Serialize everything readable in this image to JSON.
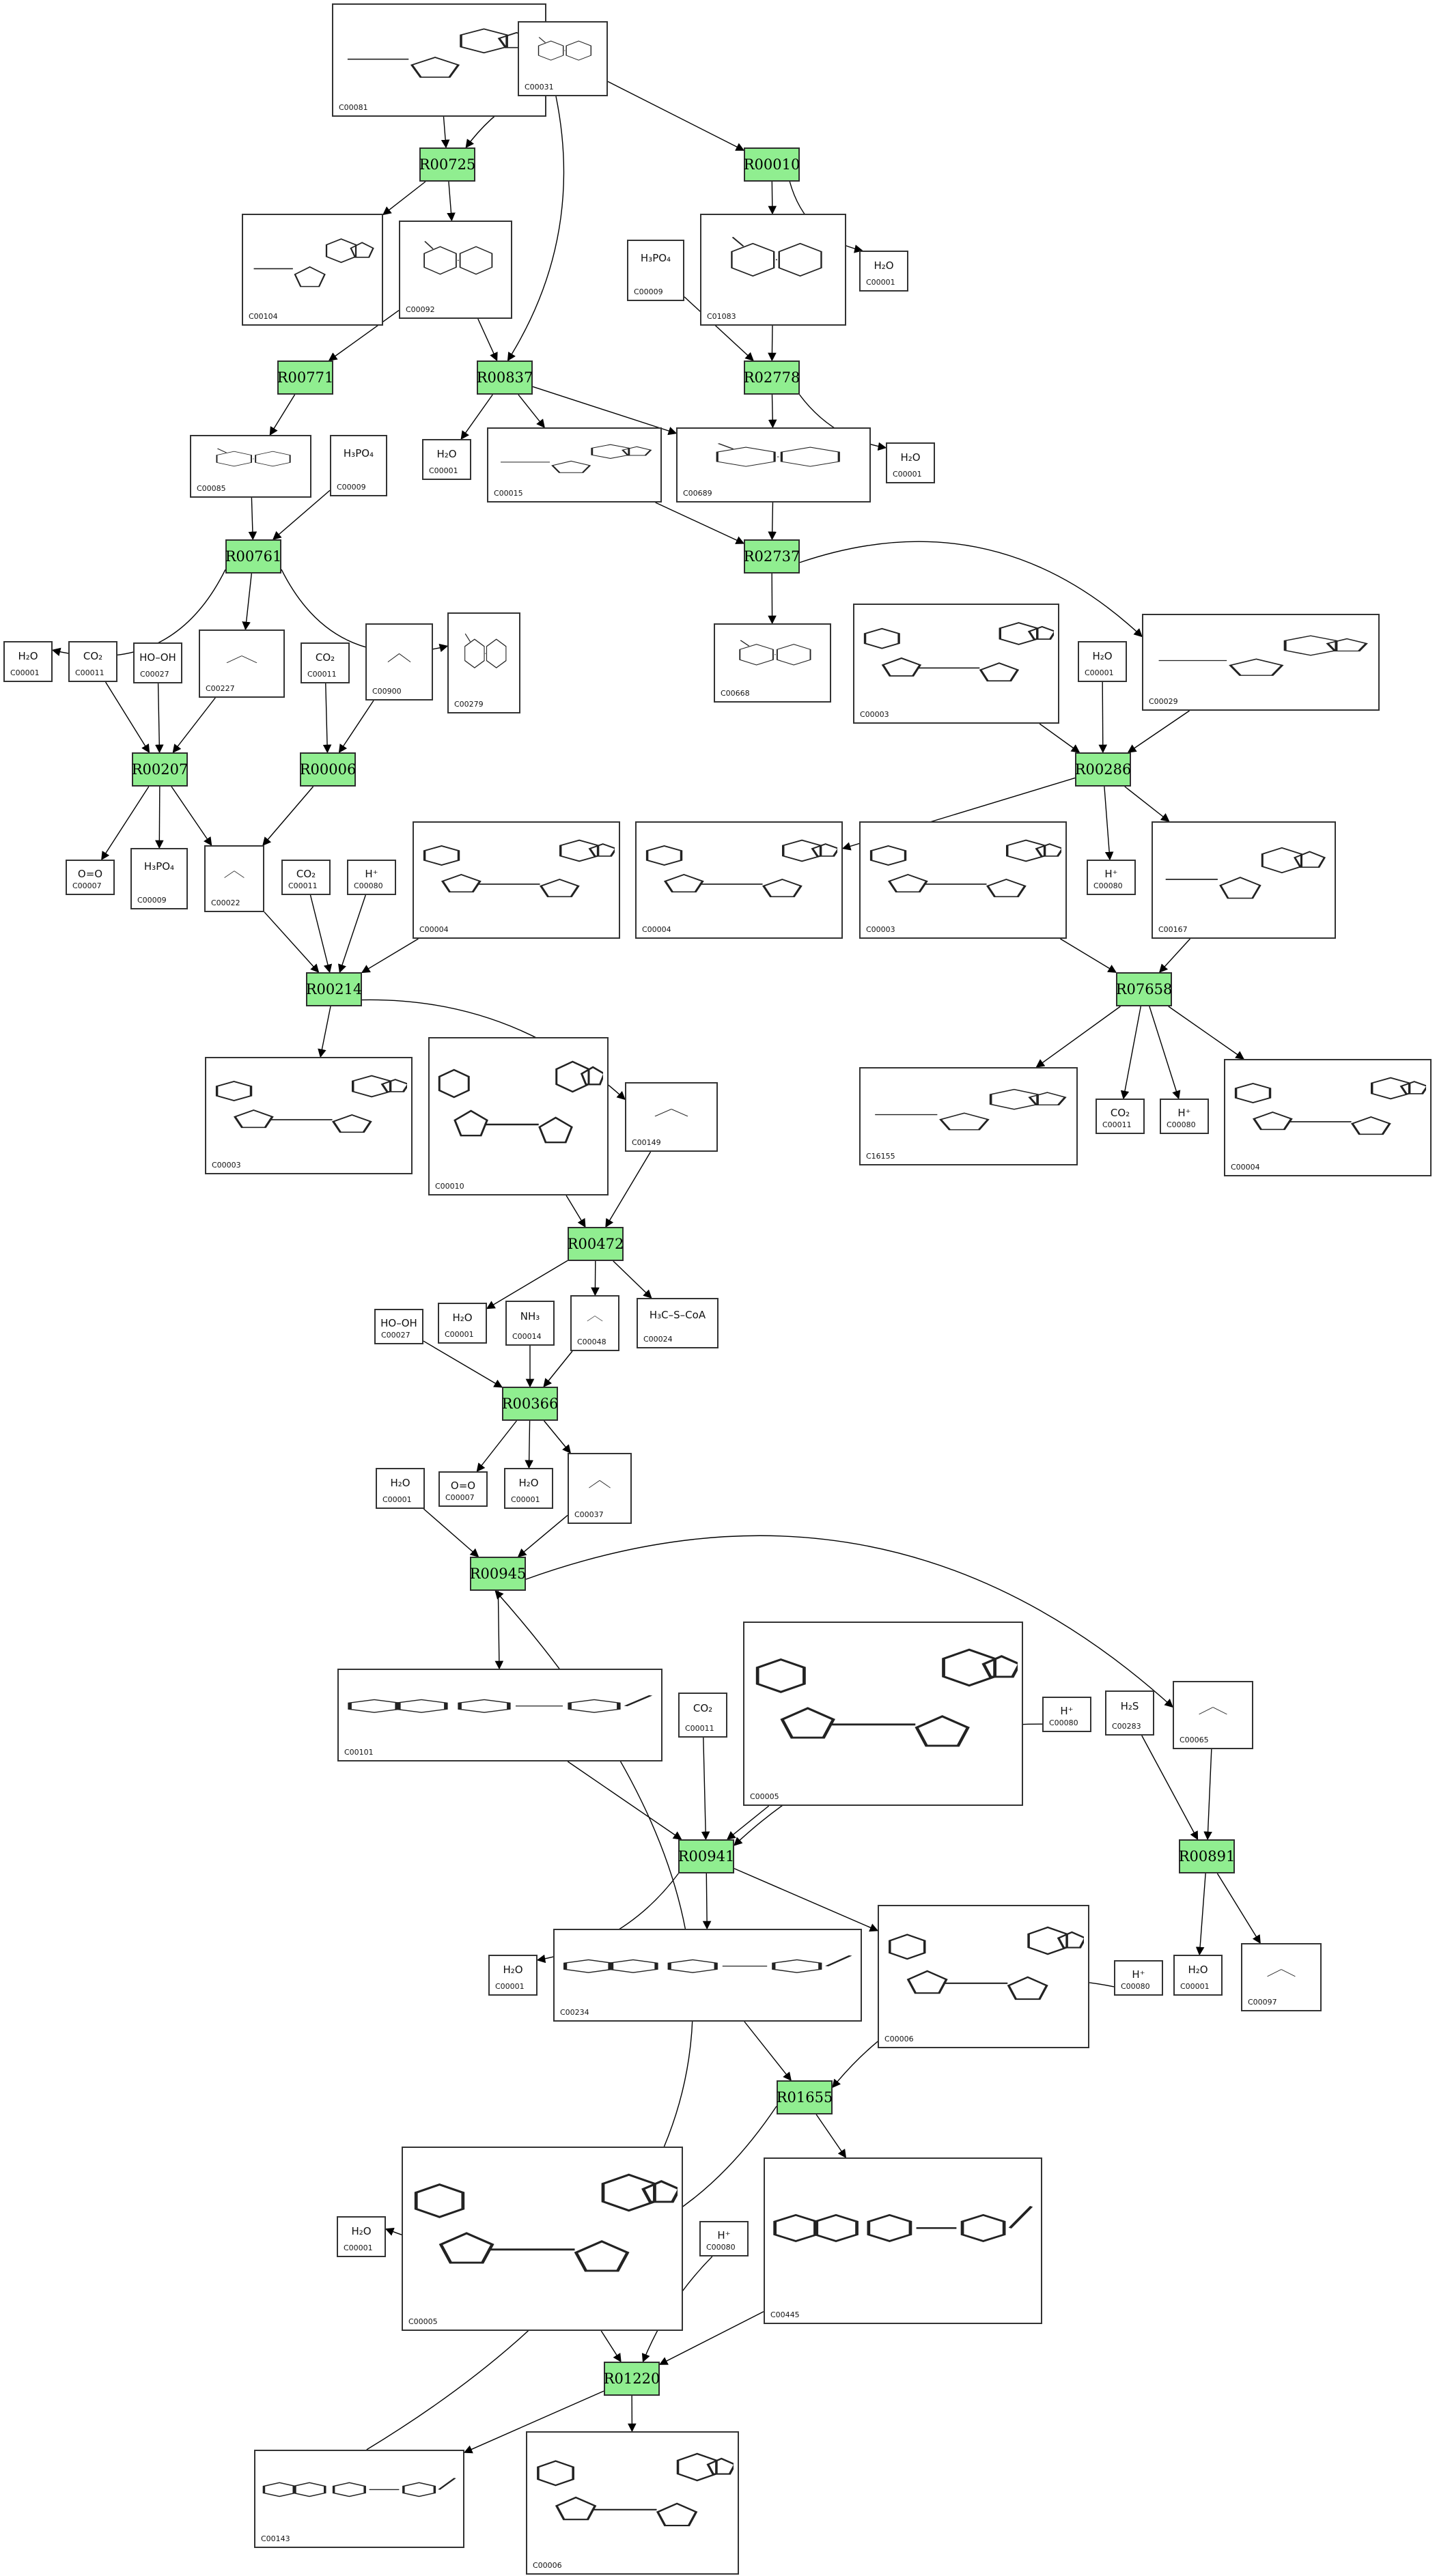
{
  "reactions": [
    {
      "id": "R00725"
    },
    {
      "id": "R00010"
    },
    {
      "id": "R00771"
    },
    {
      "id": "R00837"
    },
    {
      "id": "R02778"
    },
    {
      "id": "R00761"
    },
    {
      "id": "R02737"
    },
    {
      "id": "R00207"
    },
    {
      "id": "R00006"
    },
    {
      "id": "R00286"
    },
    {
      "id": "R00214"
    },
    {
      "id": "R07658"
    },
    {
      "id": "R00472"
    },
    {
      "id": "R00366"
    },
    {
      "id": "R00945"
    },
    {
      "id": "R00941"
    },
    {
      "id": "R00891"
    },
    {
      "id": "R01655"
    },
    {
      "id": "R01220"
    }
  ],
  "compounds": [
    {
      "id": "C00081",
      "formula": "",
      "kind": "nucleotide"
    },
    {
      "id": "C00031",
      "formula": "",
      "kind": "sugar"
    },
    {
      "id": "C00104",
      "formula": "",
      "kind": "nucleotide"
    },
    {
      "id": "C00092",
      "formula": "",
      "kind": "sugar"
    },
    {
      "id": "C00001",
      "formula": "H₂O",
      "kind": "small"
    },
    {
      "id": "C00009",
      "formula": "H₃PO₄",
      "kind": "small"
    },
    {
      "id": "C01083",
      "formula": "",
      "kind": "sugar"
    },
    {
      "id": "C00085",
      "formula": "",
      "kind": "sugar"
    },
    {
      "id": "C00015",
      "formula": "",
      "kind": "nucleotide"
    },
    {
      "id": "C00689",
      "formula": "",
      "kind": "sugar"
    },
    {
      "id": "C00011",
      "formula": "CO₂",
      "kind": "small"
    },
    {
      "id": "C00027",
      "formula": "HO–OH",
      "kind": "small"
    },
    {
      "id": "C00227",
      "formula": "",
      "kind": "small"
    },
    {
      "id": "C00900",
      "formula": "",
      "kind": "small"
    },
    {
      "id": "C00279",
      "formula": "",
      "kind": "sugar"
    },
    {
      "id": "C00668",
      "formula": "",
      "kind": "sugar"
    },
    {
      "id": "C00003",
      "formula": "",
      "kind": "cofactor"
    },
    {
      "id": "C00029",
      "formula": "",
      "kind": "nucleotide"
    },
    {
      "id": "C00007",
      "formula": "O=O",
      "kind": "small"
    },
    {
      "id": "C00022",
      "formula": "",
      "kind": "small"
    },
    {
      "id": "C00080",
      "formula": "H⁺",
      "kind": "small"
    },
    {
      "id": "C00004",
      "formula": "",
      "kind": "cofactor"
    },
    {
      "id": "C00167",
      "formula": "",
      "kind": "nucleotide"
    },
    {
      "id": "C00010",
      "formula": "",
      "kind": "cofactor"
    },
    {
      "id": "C00149",
      "formula": "",
      "kind": "small"
    },
    {
      "id": "C16155",
      "formula": "",
      "kind": "nucleotide"
    },
    {
      "id": "C00014",
      "formula": "NH₃",
      "kind": "small"
    },
    {
      "id": "C00048",
      "formula": "",
      "kind": "small"
    },
    {
      "id": "C00024",
      "formula": "H₃C–S–CoA",
      "kind": "small"
    },
    {
      "id": "C00037",
      "formula": "",
      "kind": "small"
    },
    {
      "id": "C00101",
      "formula": "",
      "kind": "folate"
    },
    {
      "id": "C00005",
      "formula": "",
      "kind": "cofactor"
    },
    {
      "id": "C00283",
      "formula": "H₂S",
      "kind": "small"
    },
    {
      "id": "C00065",
      "formula": "",
      "kind": "small"
    },
    {
      "id": "C00234",
      "formula": "",
      "kind": "folate"
    },
    {
      "id": "C00006",
      "formula": "",
      "kind": "cofactor"
    },
    {
      "id": "C00097",
      "formula": "",
      "kind": "small"
    },
    {
      "id": "C00445",
      "formula": "",
      "kind": "folate"
    },
    {
      "id": "C00143",
      "formula": "",
      "kind": "folate"
    }
  ]
}
